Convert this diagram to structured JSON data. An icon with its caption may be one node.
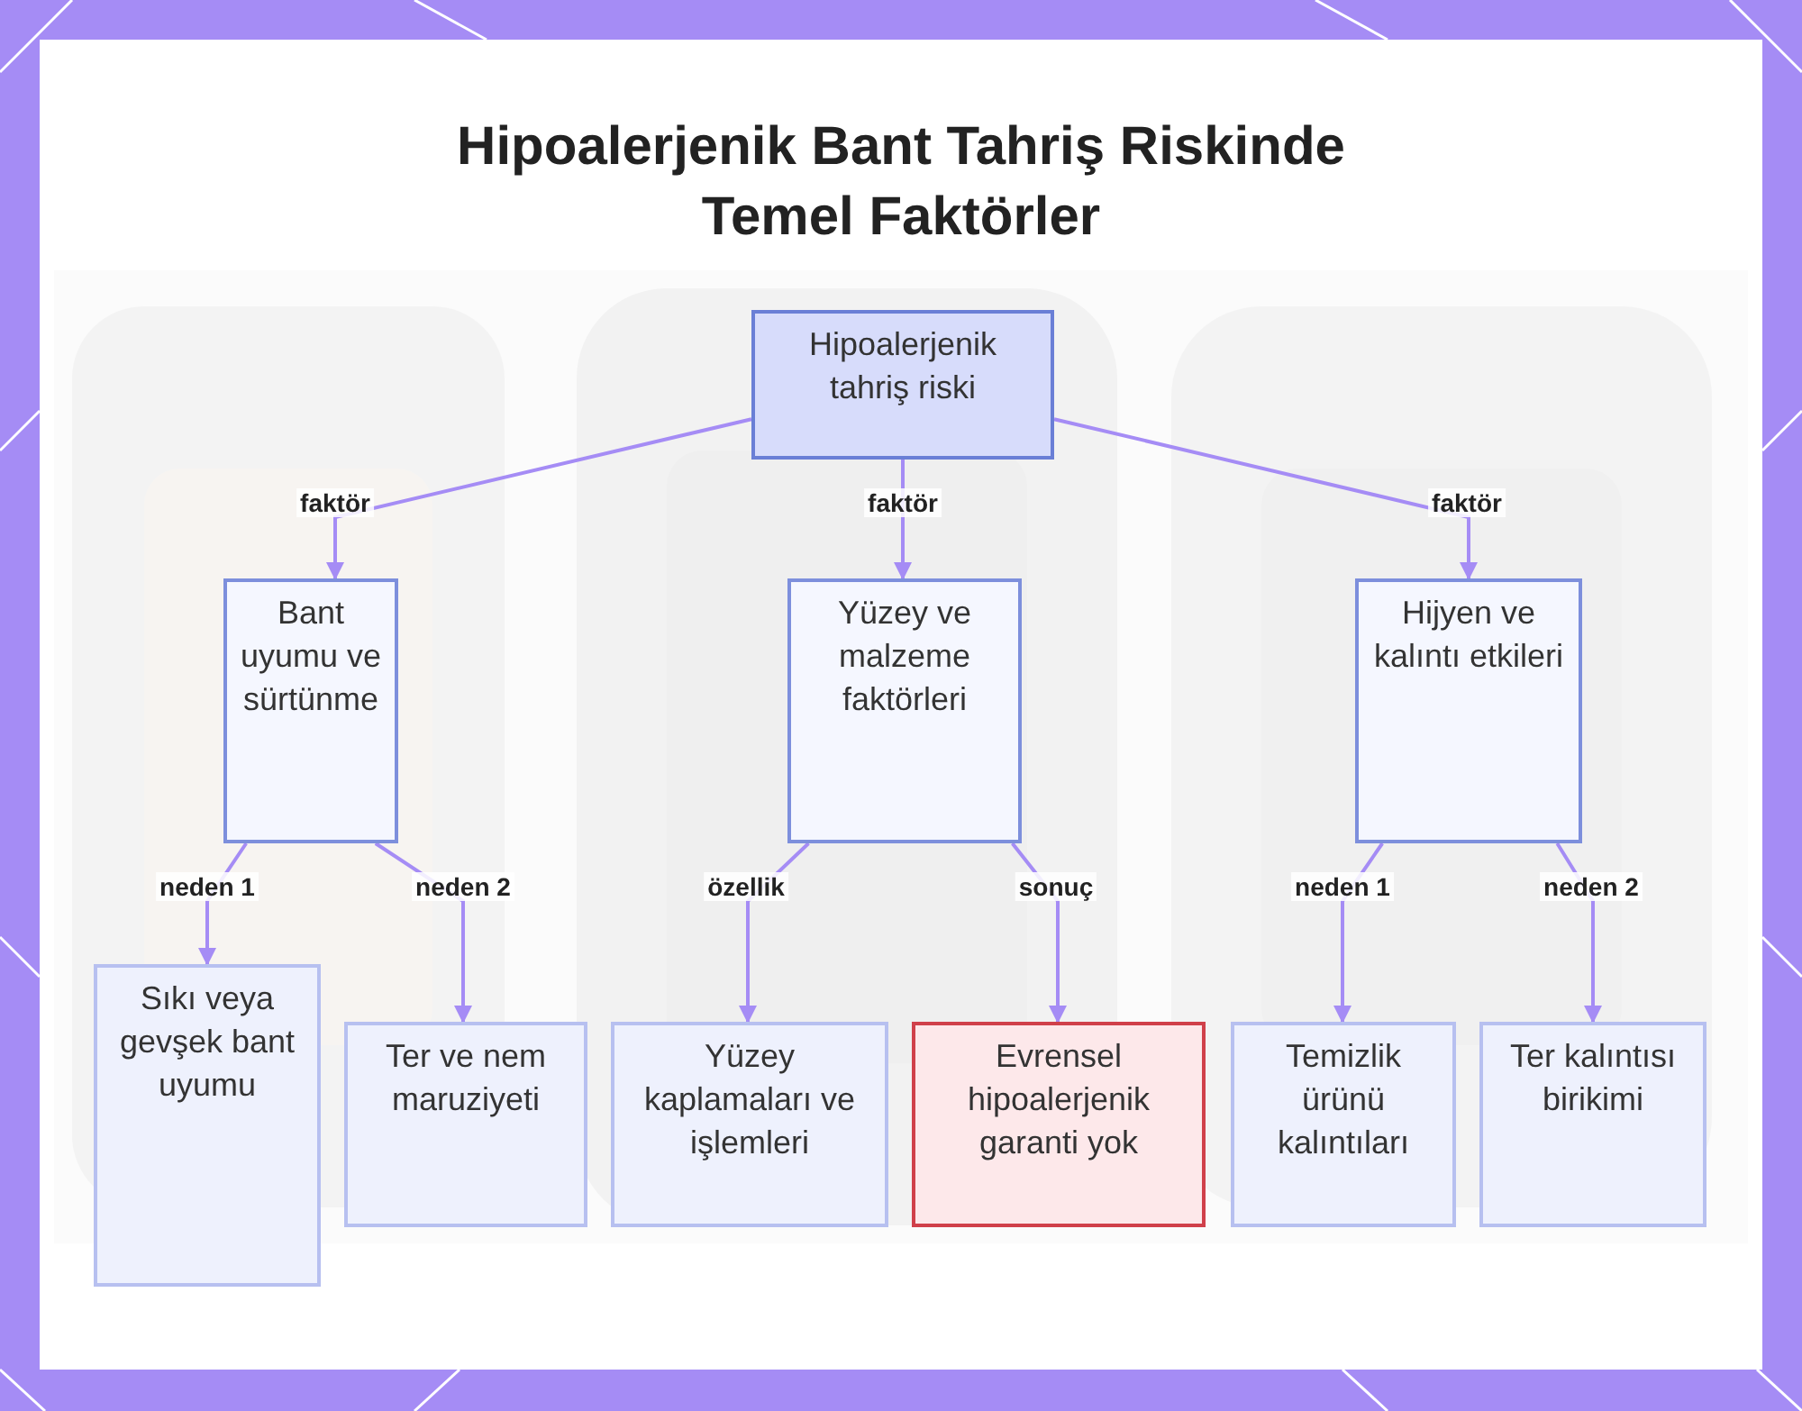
{
  "diagram": {
    "title": "Hipoalerjenik Bant Tahriş Riskinde Temel Faktörler",
    "nodes": [
      {
        "text": [
          "Hipoalerjenik tahriş riski"
        ]
      },
      {
        "text": [
          "Bant uyumu ve sürtünme"
        ]
      },
      {
        "text": [
          "Yüzey ve malzeme faktörleri"
        ]
      },
      {
        "text": [
          "Hijyen ve kalıntı etkileri"
        ]
      },
      {
        "text": [
          "Sıkı veya gevşek bant uyumu"
        ]
      },
      {
        "text": [
          "Ter ve nem maruziyeti"
        ]
      },
      {
        "text": [
          "Yüzey kaplamaları ve işlemleri"
        ]
      },
      {
        "text": [
          "Evrensel hipoalerjenik garanti yok"
        ]
      },
      {
        "text": [
          "Temizlik ürünü kalıntıları"
        ]
      },
      {
        "text": [
          "Ter kalıntısı birikimi"
        ]
      }
    ],
    "edges": [
      {
        "from": 0,
        "to": 1,
        "arrow": "to",
        "label": "faktör"
      },
      {
        "from": 0,
        "to": 2,
        "arrow": "to",
        "label": "faktör"
      },
      {
        "from": 0,
        "to": 3,
        "arrow": "to",
        "label": "faktör"
      },
      {
        "from": 1,
        "to": 4,
        "arrow": "to",
        "label": "neden 1"
      },
      {
        "from": 1,
        "to": 5,
        "arrow": "to",
        "label": "neden 2"
      },
      {
        "from": 2,
        "to": 6,
        "arrow": "to",
        "label": "özellik"
      },
      {
        "from": 2,
        "to": 7,
        "arrow": "to",
        "label": "sonuç"
      },
      {
        "from": 3,
        "to": 8,
        "arrow": "to",
        "label": "neden 1"
      },
      {
        "from": 3,
        "to": 9,
        "arrow": "to",
        "label": "neden 2"
      }
    ]
  }
}
